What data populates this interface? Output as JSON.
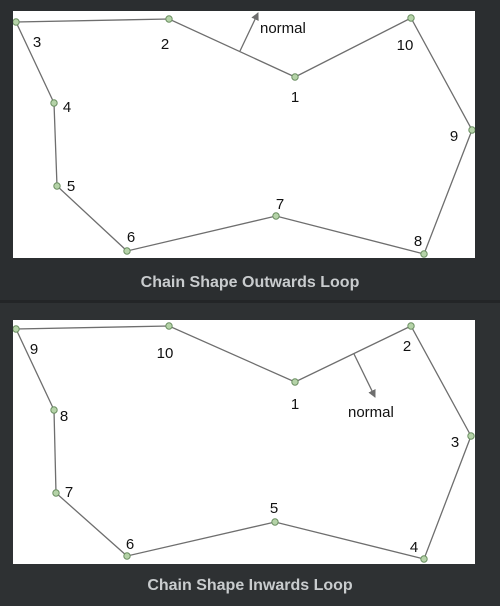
{
  "diagrams": [
    {
      "caption": "Chain Shape Outwards Loop",
      "normal_label": "normal",
      "vertices": [
        {
          "label": "1"
        },
        {
          "label": "2"
        },
        {
          "label": "3"
        },
        {
          "label": "4"
        },
        {
          "label": "5"
        },
        {
          "label": "6"
        },
        {
          "label": "7"
        },
        {
          "label": "8"
        },
        {
          "label": "9"
        },
        {
          "label": "10"
        }
      ]
    },
    {
      "caption": "Chain Shape Inwards Loop",
      "normal_label": "normal",
      "vertices": [
        {
          "label": "1"
        },
        {
          "label": "2"
        },
        {
          "label": "3"
        },
        {
          "label": "4"
        },
        {
          "label": "5"
        },
        {
          "label": "6"
        },
        {
          "label": "7"
        },
        {
          "label": "8"
        },
        {
          "label": "9"
        },
        {
          "label": "10"
        }
      ]
    }
  ],
  "colors": {
    "edge": "#6e6e6e",
    "vertex_fill": "#b5d3a8",
    "vertex_stroke": "#6b8f62",
    "arrow": "#6e6e6e"
  }
}
